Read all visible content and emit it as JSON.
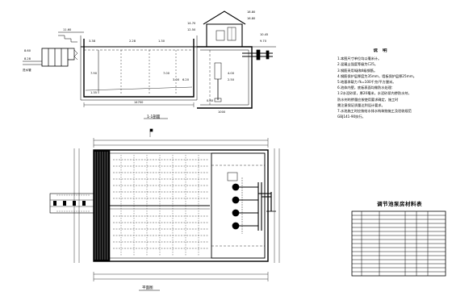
{
  "section_view": {
    "caption": "1-1剖面",
    "elevations": [
      "18.80",
      "16.80",
      "14.70",
      "12.50",
      "11.60",
      "10.45",
      "9.70",
      "8.60",
      "8.28",
      "7.90",
      "7.00",
      "6.20",
      "4.00",
      "2.50",
      "1.35",
      "0.80"
    ],
    "dims": [
      "3.38",
      "2.28",
      "1.30",
      "3.00",
      "14700",
      "1000"
    ],
    "pipe_note": "进水管"
  },
  "plan_view": {
    "caption": "平面图"
  },
  "notes": {
    "title": "说 明",
    "items": [
      "1.本图尺寸单位均以毫米计。",
      "2.混凝土强度等级为C25。",
      "3.钢筋采用Ⅰ级和Ⅱ级钢筋。",
      "4.钢筋保护层厚度为35mm，墙板保护层厚25mm。",
      "5.地基承载力 fk=100千克/平方厘米。",
      "6.池体内壁，底板表面均做防水处理：",
      "   1:2水泥砂浆，厚20毫米，水泥砂浆内掺防水剂，",
      "   防水剂的掺量应按使用要求确定，施工时",
      "   需注意保证质量达到设计要求。",
      "7.水池施工时应按给水排水构筑物施工及验收规范",
      "   GBJ141-90执行。"
    ]
  },
  "material_table": {
    "title": "调节池泵房材料表",
    "rows": 16
  }
}
